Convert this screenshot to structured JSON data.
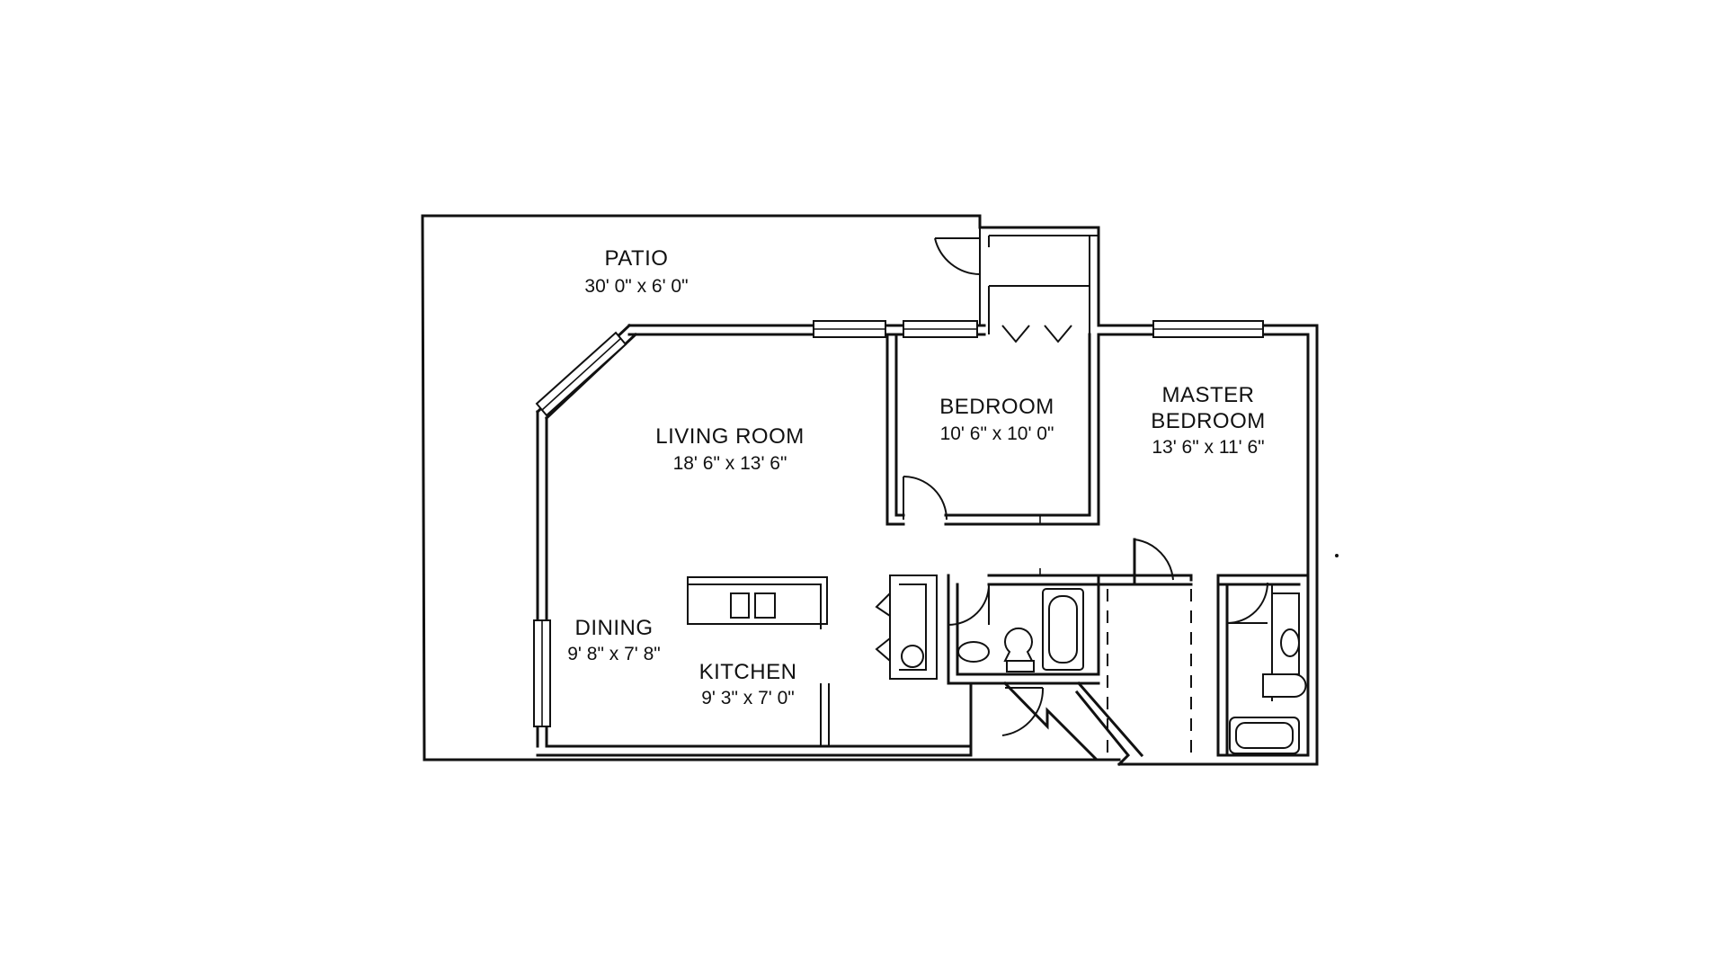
{
  "rooms": {
    "patio": {
      "name": "PATIO",
      "size": "30' 0\" x 6' 0\""
    },
    "living_room": {
      "name": "LIVING ROOM",
      "size": "18' 6\" x 13' 6\""
    },
    "bedroom": {
      "name": "BEDROOM",
      "size": "10' 6\" x 10' 0\""
    },
    "master_bedroom": {
      "name_line1": "MASTER",
      "name_line2": "BEDROOM",
      "size": "13' 6\" x 11' 6\""
    },
    "dining": {
      "name": "DINING",
      "size": "9' 8\" x 7' 8\""
    },
    "kitchen": {
      "name": "KITCHEN",
      "size": "9' 3\" x 7' 0\""
    }
  }
}
